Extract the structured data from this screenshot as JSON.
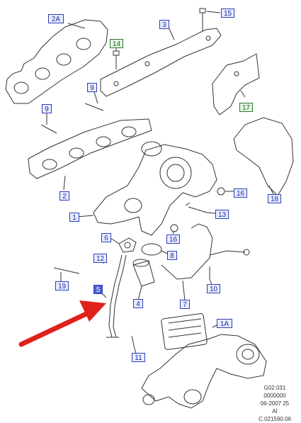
{
  "labels": {
    "l2A": "2A",
    "l3": "3",
    "l15": "15",
    "l14": "14",
    "l9a": "9",
    "l9b": "9",
    "l17": "17",
    "l18": "18",
    "l2": "2",
    "l1": "1",
    "l16a": "16",
    "l16b": "16",
    "l13": "13",
    "l6": "6",
    "l12": "12",
    "l8": "8",
    "l5": "5",
    "l4": "4",
    "l19": "19",
    "l7": "7",
    "l10": "10",
    "l11": "11",
    "l1A": "1A"
  },
  "code": {
    "line1": "G02.031",
    "line2": "0000000",
    "line3": "06-2007 25",
    "line4": "AI",
    "line5": "C.021590.06"
  },
  "colors": {
    "line": "#333333",
    "callout_border": "#2c3fb8",
    "callout_green": "#2b7a2b",
    "arrow": "#e0211b"
  }
}
